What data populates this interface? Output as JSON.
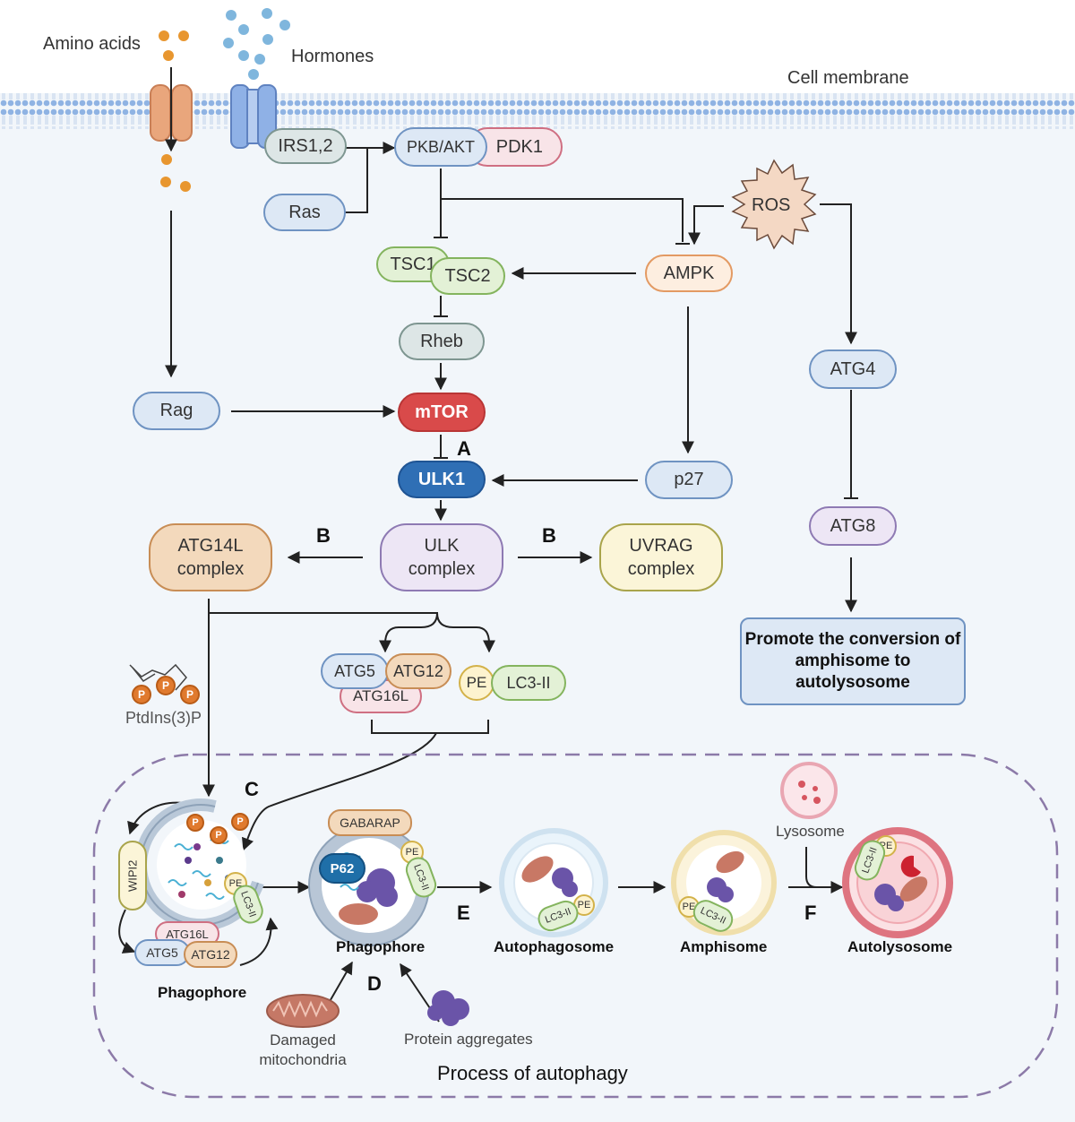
{
  "top": {
    "amino_acids": "Amino acids",
    "hormones": "Hormones",
    "cell_membrane": "Cell membrane"
  },
  "nodes": {
    "irs": "IRS1,2",
    "pkb": "PKB/AKT",
    "pdk1": "PDK1",
    "ras": "Ras",
    "ros": "ROS",
    "tsc1": "TSC1",
    "tsc2": "TSC2",
    "ampk": "AMPK",
    "rheb": "Rheb",
    "rag": "Rag",
    "mtor": "mTOR",
    "ulk1": "ULK1",
    "p27": "p27",
    "atg4": "ATG4",
    "atg8": "ATG8",
    "ulk_complex": "ULK\ncomplex",
    "atg14l": "ATG14L\ncomplex",
    "uvrag": "UVRAG\ncomplex",
    "promote": "Promote the conversion of\namphisome to\nautolysosome",
    "atg5": "ATG5",
    "atg12": "ATG12",
    "atg16l": "ATG16L",
    "pe": "PE",
    "lc3": "LC3-II"
  },
  "letters": {
    "a": "A",
    "b1": "B",
    "b2": "B",
    "c": "C",
    "d": "D",
    "e": "E",
    "f": "F"
  },
  "lipid": {
    "p": "P",
    "ptdins": "PtdIns(3)P"
  },
  "process": {
    "title": "Process of autophagy",
    "wipi2": "WIPI2",
    "atg16l": "ATG16L",
    "atg5": "ATG5",
    "atg12": "ATG12",
    "pe": "PE",
    "lc3": "LC3-II",
    "phagophore1": "Phagophore",
    "gabarap": "GABARAP",
    "p62": "P62",
    "phagophore2": "Phagophore",
    "autophagosome": "Autophagosome",
    "amphisome": "Amphisome",
    "lysosome": "Lysosome",
    "autolysosome": "Autolysosome",
    "damaged_mito": "Damaged\nmitochondria",
    "protein_agg": "Protein aggregates"
  },
  "colors": {
    "mtor": "#d94a4a",
    "ulk1": "#2f6fb5",
    "dashed_border": "#8c7aa8",
    "membrane": "#9fbfe6"
  }
}
